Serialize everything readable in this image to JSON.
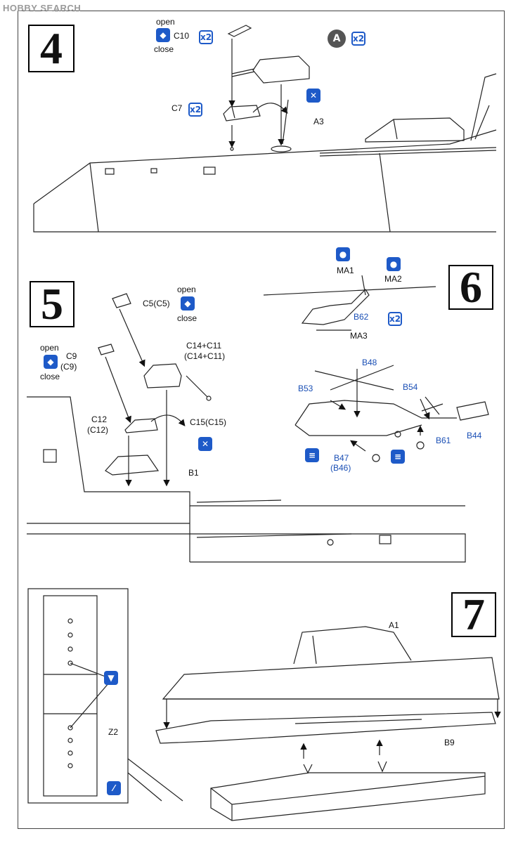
{
  "watermark": "HOBBY SEARCH",
  "step4": {
    "number": "4",
    "open": "open",
    "close": "close",
    "part_c10": "C10",
    "x2a": "x2",
    "badge_a": "A",
    "x2b": "x2",
    "part_c7": "C7",
    "x2c": "x2",
    "part_a3": "A3"
  },
  "step5": {
    "number": "5",
    "part_c5": "C5(C5)",
    "open_a": "open",
    "close_a": "close",
    "part_c14": "C14+C11",
    "part_c14b": "(C14+C11)",
    "open_b": "open",
    "part_c9": "C9",
    "part_c9b": "(C9)",
    "close_b": "close",
    "part_c12": "C12",
    "part_c12b": "(C12)",
    "part_c15": "C15(C15)",
    "part_b1": "B1"
  },
  "step6": {
    "number": "6",
    "part_ma1": "MA1",
    "part_ma2": "MA2",
    "part_b62": "B62",
    "x2": "x2",
    "part_ma3": "MA3",
    "part_b48": "B48",
    "part_b53": "B53",
    "part_b54": "B54",
    "part_b44": "B44",
    "part_b61": "B61",
    "part_b47": "B47",
    "part_b46": "(B46)"
  },
  "step7": {
    "number": "7",
    "part_a1": "A1",
    "part_z2": "Z2",
    "part_b9": "B9"
  },
  "colors": {
    "ink": "#111111",
    "accent": "#1e5ac8",
    "accent_text": "#1a4fb5"
  }
}
